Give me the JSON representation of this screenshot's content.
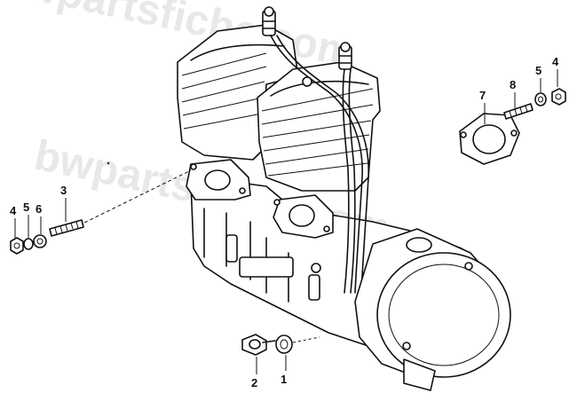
{
  "watermark": "bwpartsfiche.com",
  "callouts": {
    "exhaust_right": [
      "7",
      "8",
      "5",
      "4"
    ],
    "intake_left": [
      "4",
      "5",
      "6",
      "3"
    ],
    "bottom": [
      "2",
      "1"
    ]
  }
}
